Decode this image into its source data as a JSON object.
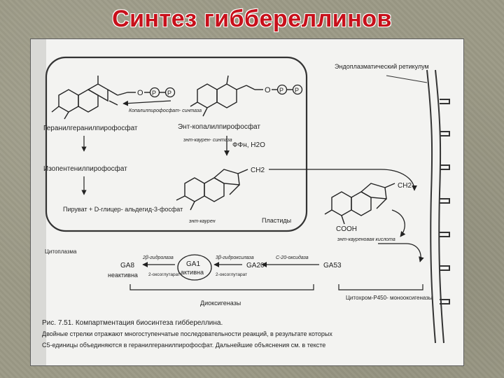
{
  "title": "Синтез гиббереллинов",
  "labels": {
    "er": "Эндоплазматический ретикулум",
    "plastids": "Пластиды",
    "ggpp": "Геранилгеранилпирофосфат",
    "mevalonate": "Изопентенилпирофосфат",
    "pyruvate": "Пируват + D-глицер- альдегид-3-фосфат",
    "cps_enzyme": "Копалилпирофосфат- синтаза",
    "ent_cpp": "Энт-копалилпирофосфат",
    "ks_enzyme": "энт-каурен- синтаза",
    "ppi": "ФФн, H2O",
    "ch2": "CH2",
    "kaurene": "энт-каурен",
    "ch2_b": "CH2",
    "cooh": "COOH",
    "kaurenoic": "энт-кауреновая кислота",
    "ga53": "GA53",
    "c20_oxidase": "С-20-оксидаза",
    "ga20": "GA20",
    "hydroxylase3b": "3β-гидроксилаза",
    "ga1": "GA1",
    "active": "активна",
    "hydroxylase2b": "2β-гидролаза",
    "ga8": "GA8",
    "inactive": "неактивна",
    "oxoglut": "2-оксоглутарат",
    "dioxygenases": "Диоксигеназы",
    "p450": "Цитохром-Р450- монооксигеназы",
    "cytosol": "Цитоплазма"
  },
  "caption": {
    "line1": "Рис. 7.51. Компартментация биосинтеза гиббереллина.",
    "line2": "Двойные стрелки отражают многоступенчатые последовательности реакций, в результате которых",
    "line3": "С5-единицы объединяются в геранилгеранилпирофосфат. Дальнейшие объяснения см. в тексте"
  },
  "colors": {
    "title": "#c8101b",
    "paper": "#f3f3f1",
    "ink": "#222222",
    "slide_bg": "#9c9a86"
  }
}
